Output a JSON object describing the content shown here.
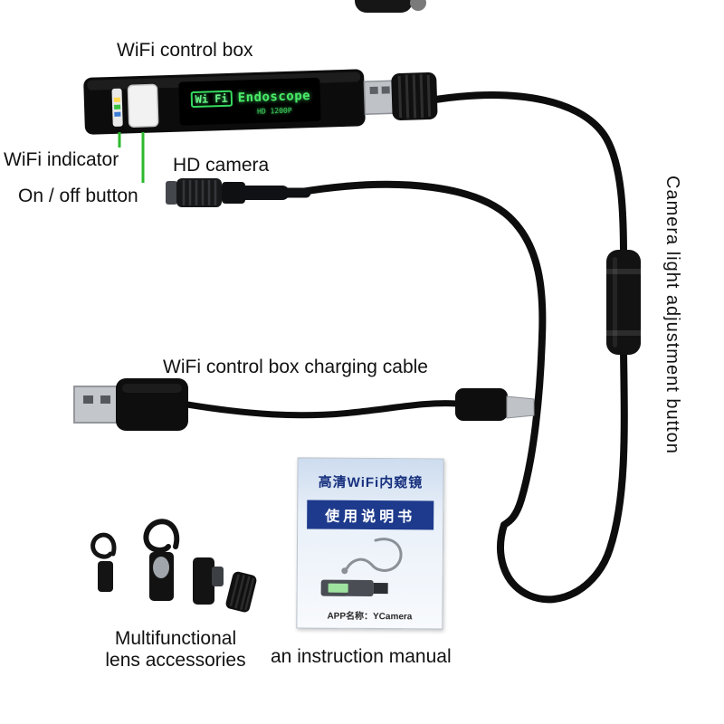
{
  "labels": {
    "control_box": "WiFi control box",
    "wifi_indicator": "WiFi indicator",
    "on_off_button": "On / off button",
    "hd_camera": "HD camera",
    "adjustment_button": "Camera light adjustment button",
    "charging_cable": "WiFi control box charging cable",
    "accessories_line1": "Multifunctional",
    "accessories_line2": "lens accessories",
    "instruction_manual": "an instruction manual"
  },
  "device_display": {
    "wifi": "Wi Fi",
    "name": "Endoscope",
    "model": "HD 1200P"
  },
  "manual_booklet": {
    "title": "高清WiFi内窥镜",
    "subtitle_band": "使用说明书",
    "app_line": "APP名称：YCamera"
  },
  "colors": {
    "background": "#ffffff",
    "callout_line_green": "#2db82d",
    "display_text_green": "#49ec67",
    "manual_band_blue": "#1d3a8c",
    "cable_black": "#0d0d0d",
    "usb_metal_silver": "#c3c6ca"
  }
}
